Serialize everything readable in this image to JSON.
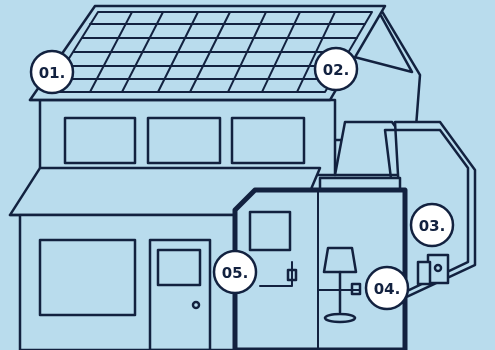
{
  "diagram": {
    "background_color": "#b9dced",
    "line_color": "#12213f",
    "badge_fill": "#ffffff",
    "badges": [
      {
        "id": "b01",
        "text": "01."
      },
      {
        "id": "b02",
        "text": "02."
      },
      {
        "id": "b03",
        "text": "03."
      },
      {
        "id": "b04",
        "text": "04."
      },
      {
        "id": "b05",
        "text": "05."
      }
    ]
  }
}
